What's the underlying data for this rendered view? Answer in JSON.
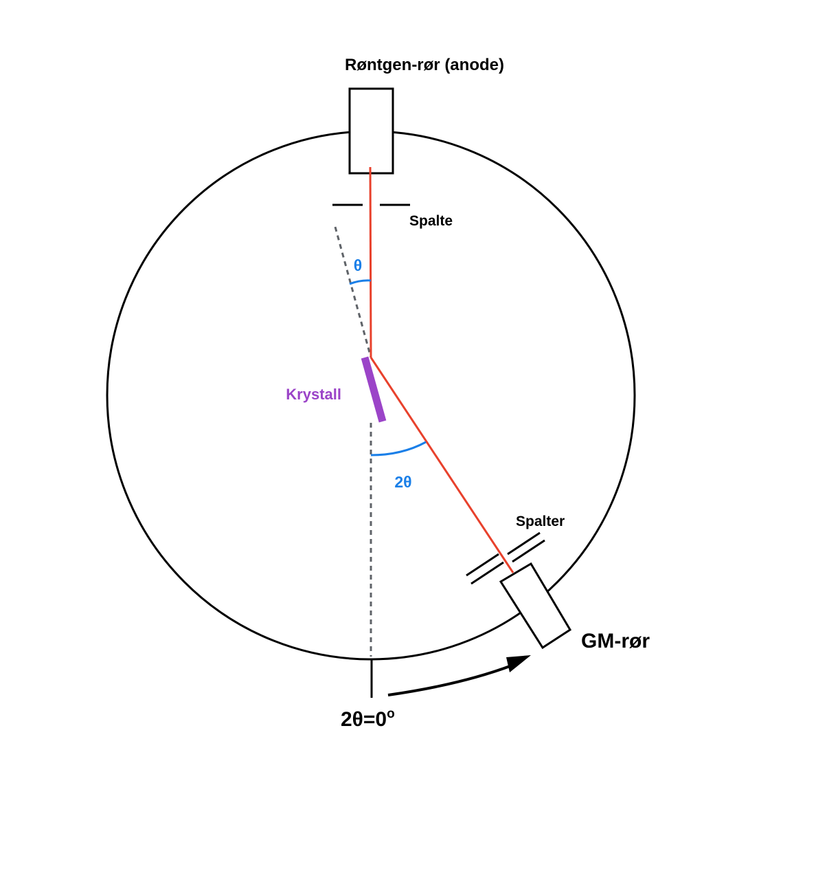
{
  "labels": {
    "tube": "Røntgen-rør (anode)",
    "slit": "Spalte",
    "theta": "θ",
    "crystal": "Krystall",
    "two_theta": "2θ",
    "slits": "Spalter",
    "gm_tube": "GM-rør",
    "zero": "2θ=0"
  },
  "superscripts": {
    "zero_degree": "o"
  },
  "colors": {
    "outline": "#000000",
    "beam": "#e8412c",
    "angle": "#1a7fe8",
    "crystal": "#9b44c8",
    "reference": "#5f6368"
  },
  "icons": {
    "rotation_arrow": "curved-arrow-icon"
  }
}
